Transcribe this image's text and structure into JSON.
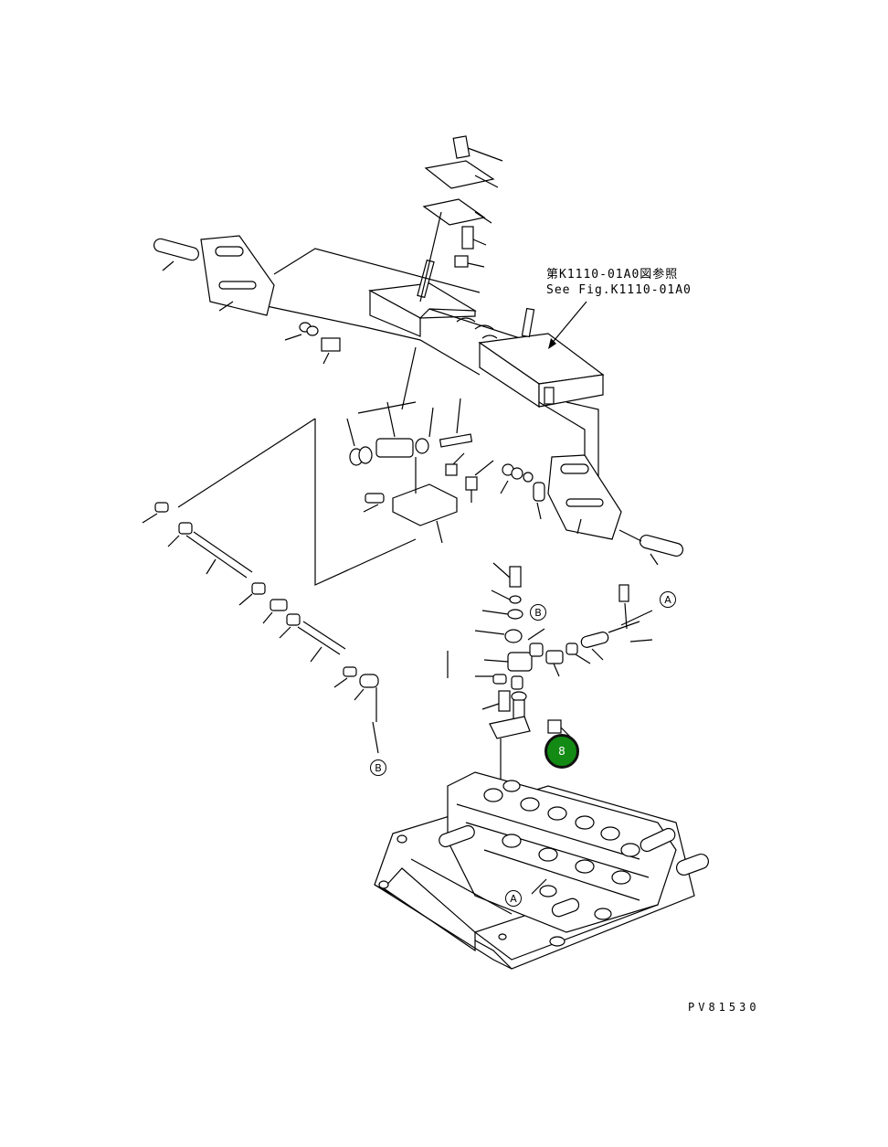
{
  "reference_note": {
    "japanese": "第K1110-01A0図参照",
    "english": "See Fig.K1110-01A0"
  },
  "drawing_number": "PV81530",
  "callout": {
    "label": "8",
    "color": "#138a13"
  },
  "connector_labels": {
    "a_upper": "A",
    "a_lower": "A",
    "b_upper": "B",
    "b_lower": "B"
  }
}
